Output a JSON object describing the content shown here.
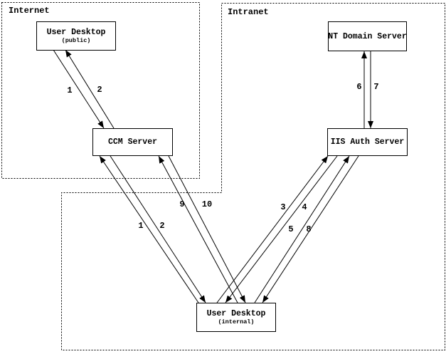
{
  "diagram": {
    "regions": [
      {
        "id": "internet",
        "label": "Internet"
      },
      {
        "id": "intranet",
        "label": "Intranet"
      }
    ],
    "nodes": [
      {
        "id": "user-desktop-public",
        "title": "User Desktop",
        "subtitle": "(public)"
      },
      {
        "id": "ccm-server",
        "title": "CCM Server",
        "subtitle": ""
      },
      {
        "id": "nt-domain-server",
        "title": "NT Domain Server",
        "subtitle": ""
      },
      {
        "id": "iis-auth-server",
        "title": "IIS Auth Server",
        "subtitle": ""
      },
      {
        "id": "user-desktop-internal",
        "title": "User Desktop",
        "subtitle": "(internal)"
      }
    ],
    "edge_labels": [
      {
        "id": "public-desktop-to-ccm",
        "text": "1"
      },
      {
        "id": "ccm-to-public-desktop",
        "text": "2"
      },
      {
        "id": "internal-desktop-to-ccm",
        "text": "1"
      },
      {
        "id": "ccm-to-internal-desktop",
        "text": "2"
      },
      {
        "id": "internal-to-ccm-step9",
        "text": "9"
      },
      {
        "id": "ccm-to-internal-step10",
        "text": "10"
      },
      {
        "id": "internal-to-iis-step3",
        "text": "3"
      },
      {
        "id": "iis-to-internal-step4",
        "text": "4"
      },
      {
        "id": "internal-to-iis-step5",
        "text": "5"
      },
      {
        "id": "iis-to-internal-step8",
        "text": "8"
      },
      {
        "id": "iis-to-nt-step6",
        "text": "6"
      },
      {
        "id": "nt-to-iis-step7",
        "text": "7"
      }
    ],
    "colors": {
      "line": "#000000",
      "background": "#ffffff"
    }
  }
}
